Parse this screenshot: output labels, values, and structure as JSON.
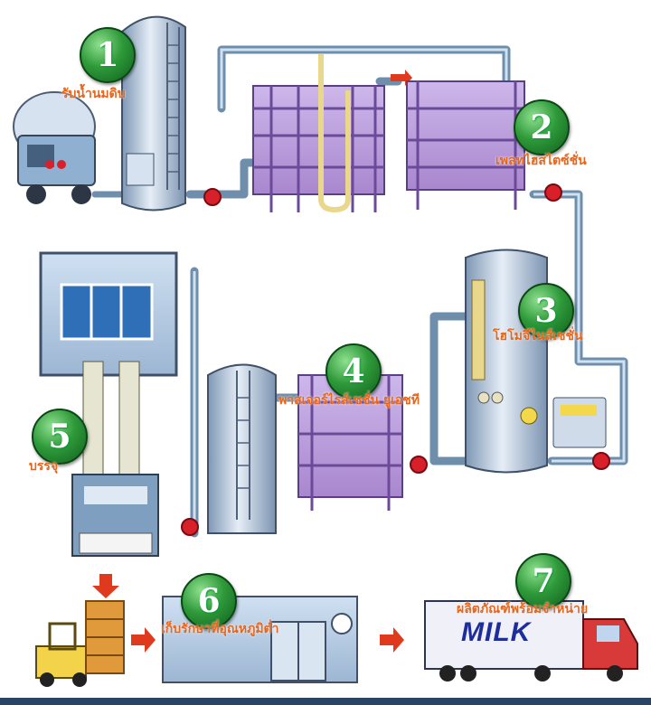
{
  "steps": [
    {
      "number": "1",
      "label": "รับน้ำนมดิบ"
    },
    {
      "number": "2",
      "label": "เพลทไฮสไตซ์ชั่น"
    },
    {
      "number": "3",
      "label": "โฮโมจีไนส์เซชั่น"
    },
    {
      "number": "4",
      "label": "พาสเจอร์ไรส์เซชั่น ยูเอชที"
    },
    {
      "number": "5",
      "label": "บรรจุ"
    },
    {
      "number": "6",
      "label": "เก็บรักษาที่อุณหภูมิต่ำ"
    },
    {
      "number": "7",
      "label": "ผลิตภัณฑ์พร้อมจำหน่าย"
    }
  ],
  "truck": {
    "label": "MILK"
  },
  "colors": {
    "accent_label": "#e8661c",
    "badge": "#2f9a3a",
    "pipe": "#8fb3cf",
    "tank": "#b7cbe0",
    "plate": "#b59bd6"
  }
}
